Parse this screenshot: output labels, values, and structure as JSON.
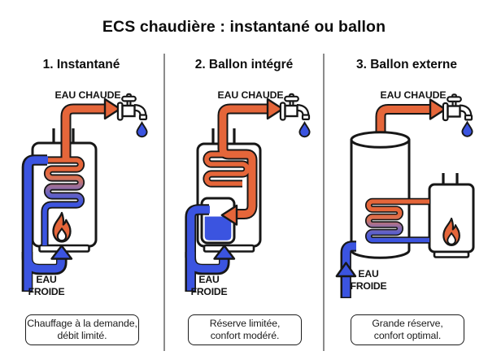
{
  "title": "ECS chaudière : instantané ou ballon",
  "colors": {
    "hot": "#E5663A",
    "cold": "#3B54E0",
    "ink": "#171717",
    "divider": "#8B8B8B"
  },
  "icons": {
    "faucet": "faucet-icon",
    "flame": "flame-icon",
    "drop": "water-drop-icon",
    "flow_arrow": "flow-arrow"
  },
  "panels": [
    {
      "heading": "1. Instantané",
      "hot_label": "EAU CHAUDE",
      "cold_label_line1": "EAU",
      "cold_label_line2": "FROIDE",
      "caption_line1": "Chauffage à la demande,",
      "caption_line2": "débit limité."
    },
    {
      "heading": "2. Ballon intégré",
      "hot_label": "EAU CHAUDE",
      "cold_label_line1": "EAU",
      "cold_label_line2": "FROIDE",
      "caption_line1": "Réserve limitée,",
      "caption_line2": "confort modéré."
    },
    {
      "heading": "3. Ballon externe",
      "hot_label": "EAU CHAUDE",
      "cold_label_line1": "EAU",
      "cold_label_line2": "FROIDE",
      "caption_line1": "Grande réserve,",
      "caption_line2": "confort optimal."
    }
  ]
}
